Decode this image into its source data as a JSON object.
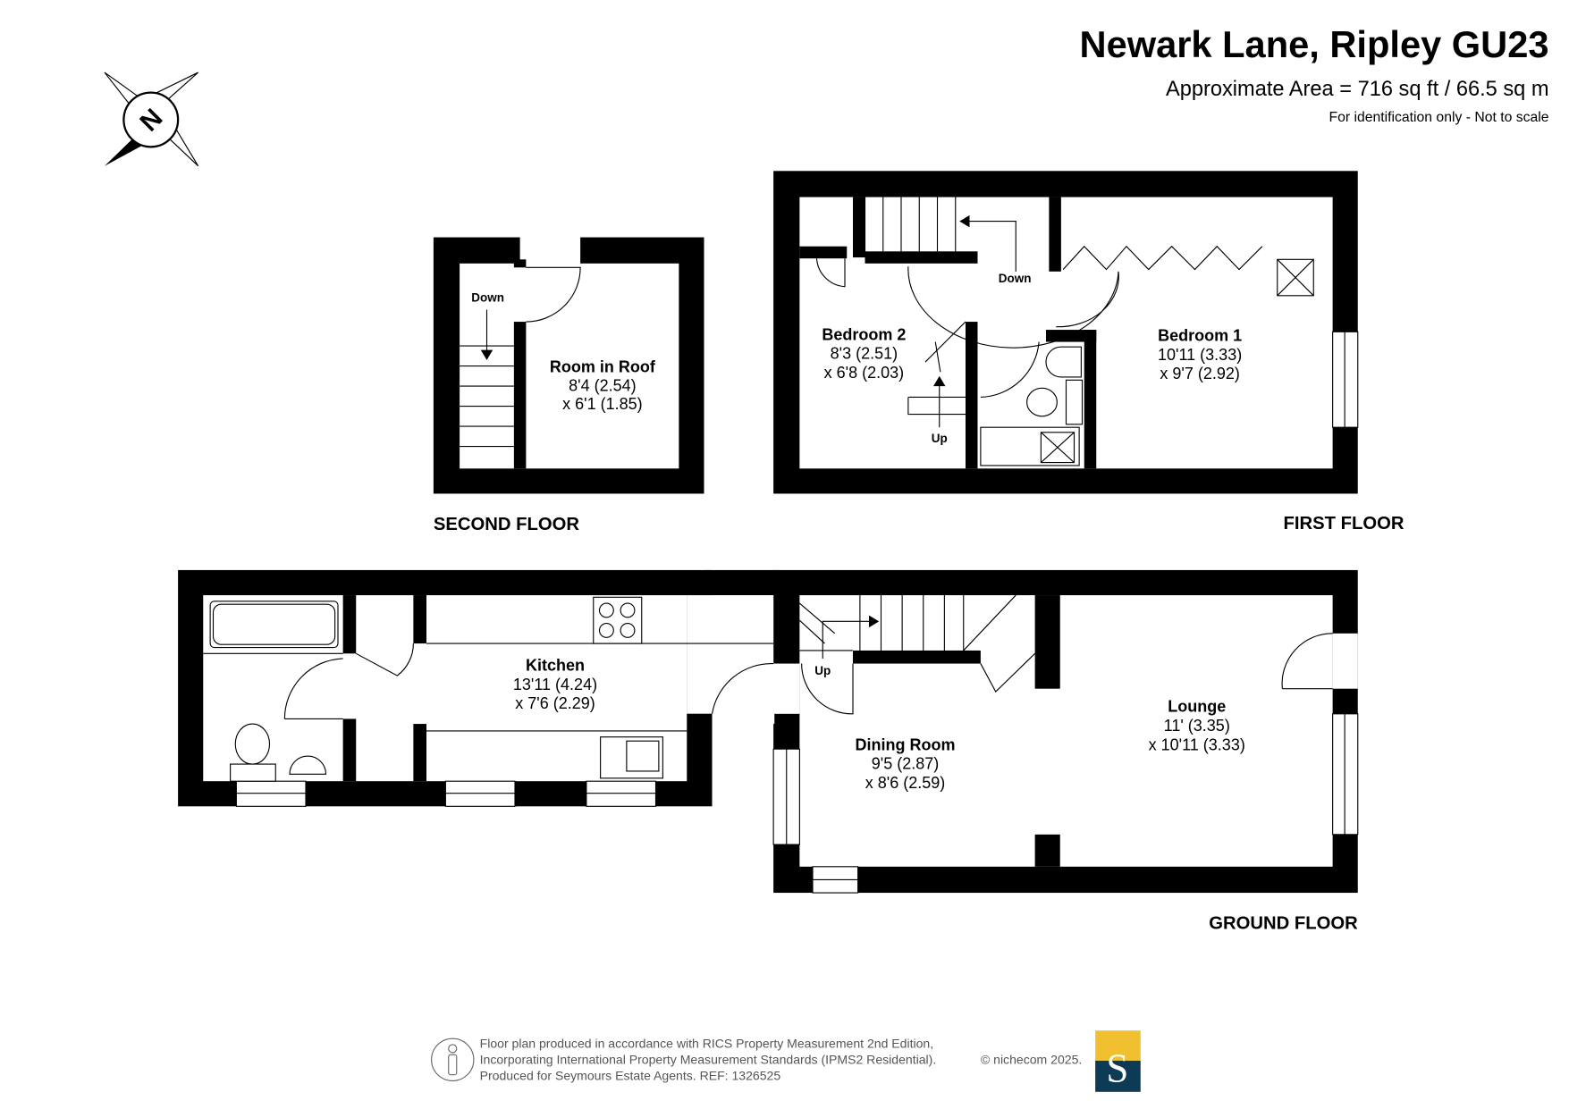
{
  "header": {
    "title": "Newark Lane, Ripley GU23",
    "area": "Approximate Area = 716 sq ft / 66.5 sq m",
    "disclaimer": "For identification only - Not to scale"
  },
  "compass": {
    "label": "N"
  },
  "floors": {
    "second": {
      "label": "SECOND FLOOR",
      "stairs": "Down",
      "rooms": [
        {
          "name": "Room in Roof",
          "dim1": "8'4 (2.54)",
          "dim2": "x 6'1 (1.85)"
        }
      ]
    },
    "first": {
      "label": "FIRST FLOOR",
      "stairs_down": "Down",
      "stairs_up": "Up",
      "rooms": [
        {
          "name": "Bedroom 2",
          "dim1": "8'3 (2.51)",
          "dim2": "x 6'8 (2.03)"
        },
        {
          "name": "Bedroom 1",
          "dim1": "10'11 (3.33)",
          "dim2": "x 9'7 (2.92)"
        }
      ]
    },
    "ground": {
      "label": "GROUND FLOOR",
      "stairs_up": "Up",
      "rooms": [
        {
          "name": "Kitchen",
          "dim1": "13'11 (4.24)",
          "dim2": "x 7'6 (2.29)"
        },
        {
          "name": "Dining Room",
          "dim1": "9'5 (2.87)",
          "dim2": "x 8'6 (2.59)"
        },
        {
          "name": "Lounge",
          "dim1": "11' (3.35)",
          "dim2": "x 10'11 (3.33)"
        }
      ]
    }
  },
  "footer": {
    "line1": "Floor plan produced in accordance with RICS Property Measurement 2nd Edition,",
    "line2": "Incorporating International Property Measurement Standards (IPMS2 Residential).",
    "copyright": "© nichecom 2025.",
    "line3": "Produced for Seymours Estate Agents.   REF: 1326525",
    "logo_letter": "S",
    "logo_colors": {
      "top": "#f0c030",
      "bottom": "#0d3a55"
    }
  }
}
